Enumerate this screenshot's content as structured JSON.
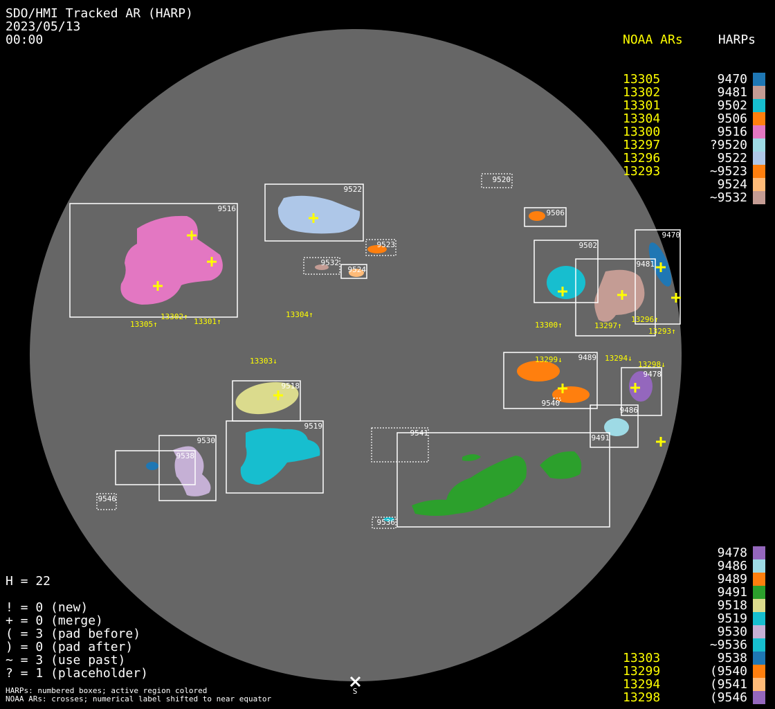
{
  "header": {
    "title": "SDO/HMI Tracked AR (HARP)",
    "date": "2023/05/13",
    "time": "00:00"
  },
  "legend_top": {
    "noaa_header": "NOAA ARs",
    "harp_header": "HARPs",
    "noaa": [
      "13305",
      "13302",
      "13301",
      "13304",
      "13300",
      "13297",
      "13296",
      "13293"
    ],
    "harps": [
      {
        "label": "9470",
        "color": "#1f77b4"
      },
      {
        "label": "9481",
        "color": "#c49c94"
      },
      {
        "label": "9502",
        "color": "#17becf"
      },
      {
        "label": "9506",
        "color": "#ff7f0e"
      },
      {
        "label": "9516",
        "color": "#e377c2"
      },
      {
        "label": "?9520",
        "color": "#9edae5"
      },
      {
        "label": "9522",
        "color": "#aec7e8"
      },
      {
        "label": "~9523",
        "color": "#ff7f0e"
      },
      {
        "label": "9524",
        "color": "#ffbb78"
      },
      {
        "label": "~9532",
        "color": "#c49c94"
      }
    ]
  },
  "legend_bottom": {
    "noaa": [
      "13303",
      "13299",
      "13294",
      "13298"
    ],
    "harps": [
      {
        "label": "9478",
        "color": "#9467bd"
      },
      {
        "label": "9486",
        "color": "#9edae5"
      },
      {
        "label": "9489",
        "color": "#ff7f0e"
      },
      {
        "label": "9491",
        "color": "#2ca02c"
      },
      {
        "label": "9518",
        "color": "#dbdb8d"
      },
      {
        "label": "9519",
        "color": "#17becf"
      },
      {
        "label": "9530",
        "color": "#c5b0d5"
      },
      {
        "label": "~9536",
        "color": "#17becf"
      },
      {
        "label": "9538",
        "color": "#1f77b4"
      },
      {
        "label": "(9540",
        "color": "#ff7f0e"
      },
      {
        "label": "(9541",
        "color": "#ffbb78"
      },
      {
        "label": "(9546",
        "color": "#9467bd"
      }
    ]
  },
  "stats": {
    "h": "H = 22",
    "lines": [
      "! = 0 (new)",
      "+ = 0 (merge)",
      "( = 3 (pad before)",
      ") = 0 (pad after)",
      "~ = 3 (use past)",
      "? = 1 (placeholder)"
    ]
  },
  "footer": {
    "line1": "HARPs: numbered boxes; active region colored",
    "line2": "NOAA ARs: crosses; numerical label shifted to near equator"
  },
  "south_label": "S",
  "disk": {
    "harp_labels": [
      "9516",
      "9522",
      "9523",
      "9532",
      "9524",
      "9520",
      "9506",
      "9502",
      "9481",
      "9470",
      "9489",
      "9478",
      "9486",
      "9491",
      "9541",
      "9518",
      "9519",
      "9530",
      "9538",
      "9546",
      "9536",
      "9540"
    ],
    "noaa_labels": [
      "13305↑",
      "13302↑",
      "13301↑",
      "13304↑",
      "13303↓",
      "13300↑",
      "13297↑",
      "13296↑",
      "13293↑",
      "13299↓",
      "13294↓",
      "13298↓"
    ]
  }
}
